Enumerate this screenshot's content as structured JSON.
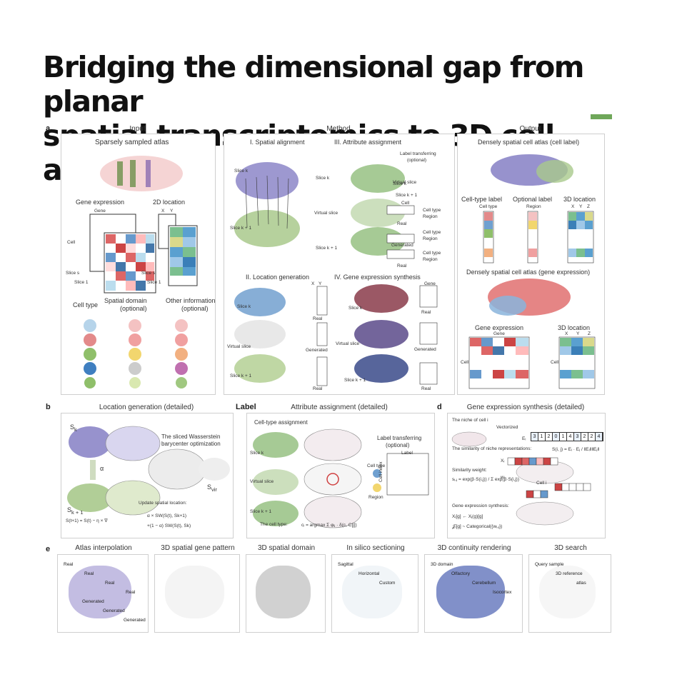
{
  "title": {
    "line1": "Bridging the dimensional gap from planar",
    "line2": "spatial transcriptomics to 3D cell atlases"
  },
  "panel_a": {
    "label": "a",
    "input": {
      "header": "Input",
      "sparse_atlas": "Sparsely sampled atlas",
      "gene_expression": "Gene expression",
      "location_2d": "2D location",
      "gene": "Gene",
      "cell": "Cell",
      "x": "X",
      "y": "Y",
      "slice_s": "Slice s",
      "slice_1": "Slice 1",
      "cell_type": "Cell type",
      "spatial_domain": "Spatial domain",
      "optional": "(optional)",
      "other_info": "Other information",
      "other_optional": "(optional)"
    },
    "method": {
      "header": "Method",
      "spatial_alignment": "I. Spatial alignment",
      "attribute_assignment": "III. Attribute assignment",
      "label_transferring": "Label transferring",
      "label_optional": "(optional)",
      "slice_k": "Slice k",
      "slice_k1": "Slice k + 1",
      "virtual_slice": "Virtual slice",
      "cell": "Cell",
      "cell_type": "Cell type",
      "region": "Region",
      "real": "Real",
      "generated": "Generated",
      "location_generation": "II. Location generation",
      "gene_expression_synthesis": "IV. Gene expression synthesis",
      "gene": "Gene",
      "x": "X",
      "y": "Y"
    },
    "output": {
      "header": "Output",
      "dense_cell_label": "Densely spatial cell atlas (cell label)",
      "cell_type_label": "Cell-type label",
      "optional_label": "Optional label",
      "location_3d": "3D location",
      "cell_type": "Cell type",
      "region": "Region",
      "x": "X",
      "y": "Y",
      "z": "Z",
      "cell": "Cell",
      "dense_gene_expr": "Densely spatial cell atlas (gene expression)",
      "gene_expression": "Gene expression",
      "gene": "Gene"
    }
  },
  "panel_b": {
    "label": "b",
    "header": "Location generation (detailed)",
    "sk": "S",
    "sk_sub": "k",
    "sk1_sub": "k + 1",
    "svir": "S",
    "svir_sub": "vir",
    "alpha": "α",
    "sw_title": "The sliced Wasserstein",
    "sw_title2": "barycenter optimization",
    "update": "Update spatial location:",
    "eq1": "S(t+1) = S(t) − η × ∇",
    "eq2": "α × SW(S(t), Sk+1)",
    "eq3": "+(1 − α) SW(S(t), Sk)"
  },
  "panel_c": {
    "label": "Label",
    "header": "Attribute assignment (detailed)",
    "cell_type_assignment": "Cell-type assignment",
    "label_transferring": "Label transferring",
    "optional": "(optional)",
    "cell_index": "Cell index",
    "slice_k": "Slice k",
    "virtual_slice": "Virtual slice",
    "slice_k1": "Slice k + 1",
    "cell_type": "Cell type",
    "region": "Region",
    "formula_label": "The cell type:",
    "formula": "cᵢ = argmax Σ φᵢⱼ · δ(c, C[j])"
  },
  "panel_d": {
    "label": "d",
    "header": "Gene expression synthesis (detailed)",
    "niche": "The niche of cell i",
    "vectorized": "Vectorized",
    "ei": "Eᵢ",
    "vector": [
      "3",
      "1",
      "2",
      "0",
      "1",
      "4",
      "3",
      "2",
      "2",
      "4"
    ],
    "similarity": "The similarity of niche representations:",
    "similarity_eq": "S(i, j) = Eᵢ · Eⱼ / ‖Eᵢ‖‖Eⱼ‖",
    "xi": "Xᵢ",
    "weight": "Similarity weight:",
    "weight_eq": "sᵢ,ⱼ = exp(β·S(i,j)) / Σ exp(β·S(i,j))",
    "wi": "wᵢ",
    "cell_i": "Cell i",
    "synthesis": "Gene expression synthesis:",
    "syn_eq1": "Xᵢ[g] ← Xⱼ(g)[g]",
    "syn_eq2": "𝒥ᵢ[g] ~ Categorical({wᵢ,ⱼ})"
  },
  "panel_e": {
    "label": "e",
    "items": [
      {
        "title": "Atlas interpolation",
        "notes": [
          "Real",
          "Real",
          "Real",
          "Real",
          "Generated",
          "Generated",
          "Generated"
        ]
      },
      {
        "title": "3D spatial gene pattern"
      },
      {
        "title": "3D spatial domain"
      },
      {
        "title": "In silico sectioning",
        "notes": [
          "Sagittal",
          "Horizontal",
          "Custom"
        ]
      },
      {
        "title": "3D continuity rendering",
        "notes": [
          "3D domain",
          "Olfactory",
          "Cerebellum",
          "Isocortex"
        ]
      },
      {
        "title": "3D search",
        "notes": [
          "Query sample",
          "3D reference",
          "atlas"
        ]
      }
    ]
  }
}
